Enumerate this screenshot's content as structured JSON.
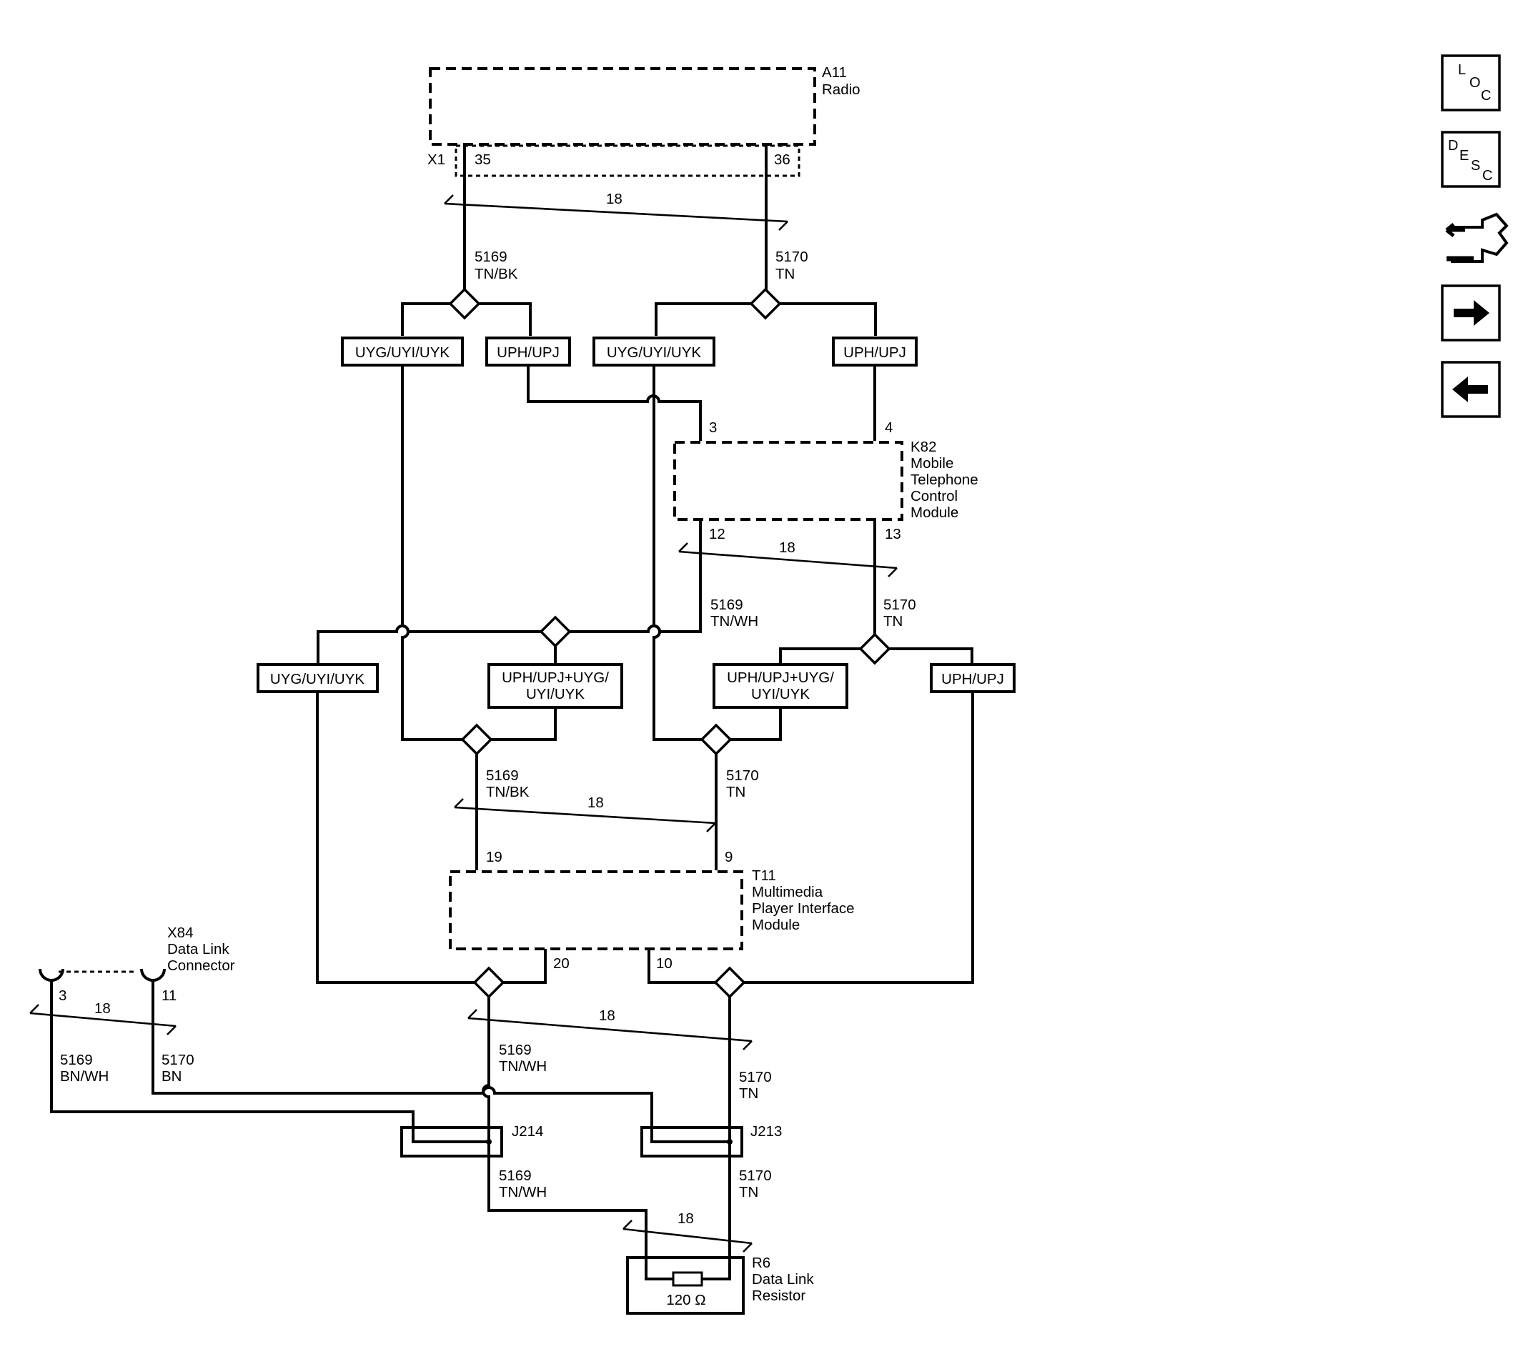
{
  "components": {
    "radio": {
      "id": "A11",
      "name": "Radio",
      "connector": "X1",
      "pins": [
        "35",
        "36"
      ]
    },
    "mtcm": {
      "id": "K82",
      "name_lines": [
        "Mobile",
        "Telephone",
        "Control",
        "Module"
      ],
      "pins": [
        "3",
        "4",
        "12",
        "13"
      ]
    },
    "mpim": {
      "id": "T11",
      "name_lines": [
        "Multimedia",
        "Player Interface",
        "Module"
      ],
      "pins": [
        "19",
        "9",
        "20",
        "10"
      ]
    },
    "dlc": {
      "id": "X84",
      "name_lines": [
        "Data Link",
        "Connector"
      ],
      "pins": [
        "3",
        "11"
      ]
    },
    "resistor": {
      "id": "R6",
      "name_lines": [
        "Data Link",
        "Resistor"
      ],
      "value": "120 Ω"
    },
    "splice_pack_1": {
      "id": "J214"
    },
    "splice_pack_2": {
      "id": "J213"
    }
  },
  "twisted_pair_label": "18",
  "wires": {
    "w5169_tnbk": {
      "circuit": "5169",
      "color": "TN/BK"
    },
    "w5170_tn": {
      "circuit": "5170",
      "color": "TN"
    },
    "w5169_tnwh": {
      "circuit": "5169",
      "color": "TN/WH"
    },
    "w5169_bnwh": {
      "circuit": "5169",
      "color": "BN/WH"
    },
    "w5170_bn": {
      "circuit": "5170",
      "color": "BN"
    }
  },
  "options": {
    "opt_uyg": "UYG/UYI/UYK",
    "opt_uph": "UPH/UPJ",
    "opt_combo_l1": "UPH/UPJ+UYG/",
    "opt_combo_l2": "UYI/UYK"
  },
  "nav": {
    "loc": {
      "letters": [
        "L",
        "O",
        "C"
      ]
    },
    "desc": {
      "letters": [
        "D",
        "E",
        "S",
        "C"
      ]
    }
  },
  "icons": {
    "connector_icon": "connector-end-view-icon",
    "next_icon": "right-arrow-icon",
    "prev_icon": "left-arrow-icon"
  }
}
